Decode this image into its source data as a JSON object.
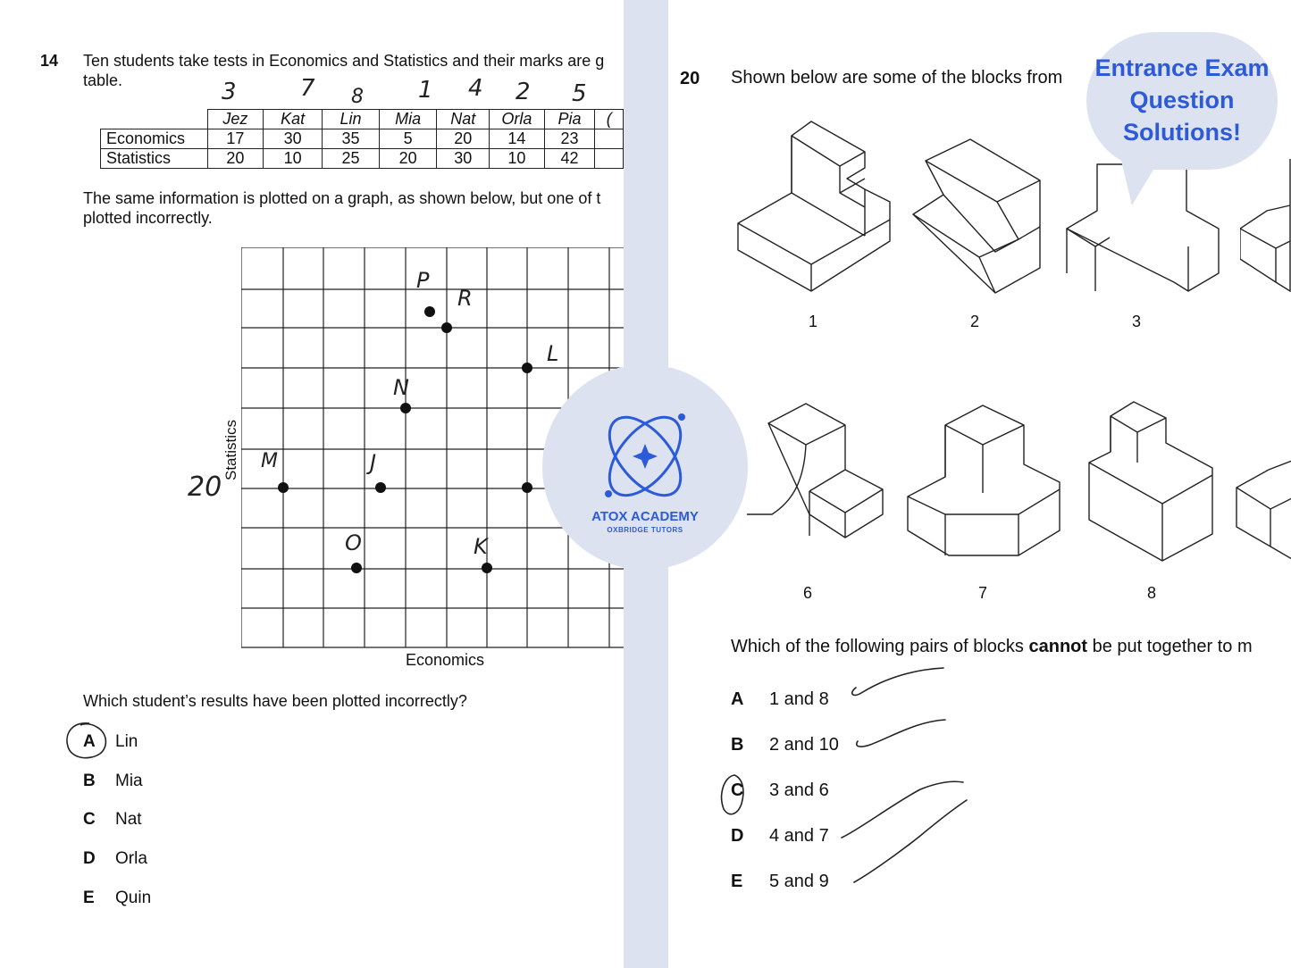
{
  "left": {
    "q14": {
      "number": "14",
      "line1": "Ten students take tests in Economics and Statistics and their marks are g",
      "line2": "table.",
      "table": {
        "headers": [
          "Jez",
          "Kat",
          "Lin",
          "Mia",
          "Nat",
          "Orla",
          "Pia",
          "("
        ],
        "rows": [
          {
            "label": "Economics",
            "values": [
              "17",
              "30",
              "35",
              "5",
              "20",
              "14",
              "23",
              ""
            ]
          },
          {
            "label": "Statistics",
            "values": [
              "20",
              "10",
              "25",
              "20",
              "30",
              "10",
              "42",
              ""
            ]
          }
        ]
      },
      "handwritten_ranks": [
        "3",
        "7",
        "8",
        "1",
        "4",
        "2",
        "5"
      ],
      "text2_line1": "The same information is plotted on a graph, as shown below, but one of t",
      "text2_line2": "plotted incorrectly.",
      "graph": {
        "ylabel": "Statistics",
        "xlabel": "Economics",
        "hand_y_mark": "20",
        "point_labels": [
          "P",
          "R",
          "L",
          "N",
          "M",
          "J",
          "O",
          "K"
        ]
      },
      "question": "Which student’s results have been plotted incorrectly?",
      "options": [
        {
          "letter": "A",
          "text": "Lin"
        },
        {
          "letter": "B",
          "text": "Mia"
        },
        {
          "letter": "C",
          "text": "Nat"
        },
        {
          "letter": "D",
          "text": "Orla"
        },
        {
          "letter": "E",
          "text": "Quin"
        }
      ]
    }
  },
  "right": {
    "q20": {
      "number": "20",
      "intro": "Shown below are some of the blocks from",
      "block_labels_row1": [
        "1",
        "2",
        "3"
      ],
      "block_labels_row2": [
        "6",
        "7",
        "8"
      ],
      "question_pre": "Which of the following pairs of blocks ",
      "question_bold": "cannot",
      "question_post": " be put together to m",
      "options": [
        {
          "letter": "A",
          "text": "1 and 8"
        },
        {
          "letter": "B",
          "text": "2 and 10"
        },
        {
          "letter": "C",
          "text": "3 and 6"
        },
        {
          "letter": "D",
          "text": "4 and 7"
        },
        {
          "letter": "E",
          "text": "5 and 9"
        }
      ]
    }
  },
  "bubble": {
    "line1": "Entrance Exam",
    "line2": "Question",
    "line3": "Solutions!"
  },
  "logo": {
    "name": "ATOX ACADEMY",
    "tagline": "OXBRIDGE TUTORS"
  },
  "colors": {
    "accent": "#2d5bd8",
    "panel": "#dde2f1"
  }
}
